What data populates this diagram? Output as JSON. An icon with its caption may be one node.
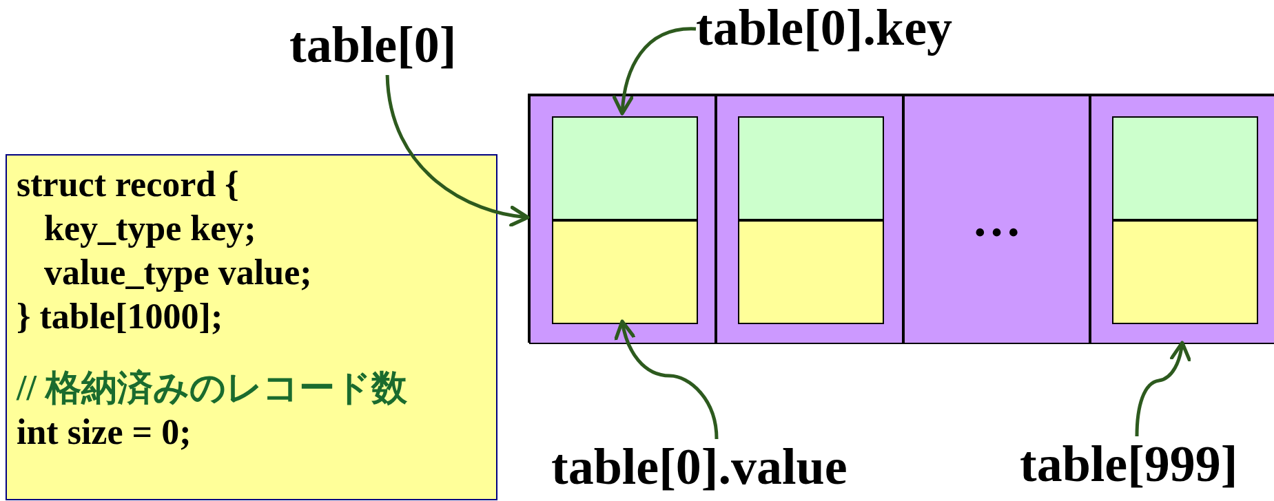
{
  "diagram": {
    "nodes": [
      {
        "text": [
          "struct record {",
          "key_type key;",
          "value_type value;",
          "} table[1000];",
          "// 格納済みのレコード数",
          "int size = 0;"
        ]
      },
      {
        "text": [],
        "shape": "box"
      },
      {
        "text": [],
        "shape": "box",
        "in": 1
      },
      {
        "text": [],
        "shape": "box",
        "in": 2
      },
      {
        "text": [],
        "shape": "box",
        "in": 2
      },
      {
        "text": [],
        "shape": "box",
        "in": 1
      },
      {
        "text": [],
        "shape": "box",
        "in": 5
      },
      {
        "text": [],
        "shape": "box",
        "in": 5
      },
      {
        "text": [
          "…"
        ],
        "in": 1
      },
      {
        "text": [],
        "shape": "box",
        "in": 1
      },
      {
        "text": [],
        "shape": "box",
        "in": 9
      },
      {
        "text": [],
        "shape": "box",
        "in": 9
      },
      {
        "text": [
          "table[0]"
        ]
      },
      {
        "text": [
          "table[0].key"
        ]
      },
      {
        "text": [
          "table[0].value"
        ]
      },
      {
        "text": [
          "table[999]"
        ]
      }
    ],
    "edges": [
      {
        "from": 12,
        "to": 2,
        "arrow": "to"
      },
      {
        "from": 13,
        "to": 3,
        "arrow": "to"
      },
      {
        "from": 14,
        "to": 4,
        "arrow": "to"
      },
      {
        "from": 15,
        "to": 9,
        "arrow": "to"
      }
    ]
  }
}
